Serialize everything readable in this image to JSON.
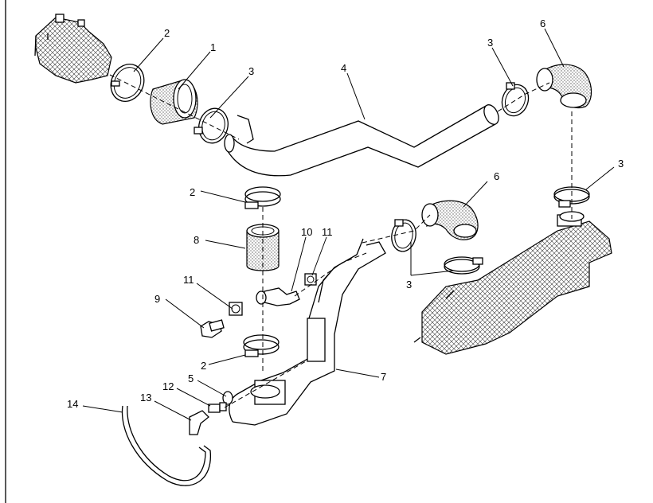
{
  "callouts": {
    "c1": "1",
    "c2a": "2",
    "c2b": "2",
    "c2c": "2",
    "c3a": "3",
    "c3b": "3",
    "c3c": "3",
    "c3d": "3",
    "c4": "4",
    "c5": "5",
    "c6a": "6",
    "c6b": "6",
    "c7": "7",
    "c8": "8",
    "c9": "9",
    "c10": "10",
    "c11a": "11",
    "c11b": "11",
    "c12": "12",
    "c13": "13",
    "c14": "14"
  }
}
